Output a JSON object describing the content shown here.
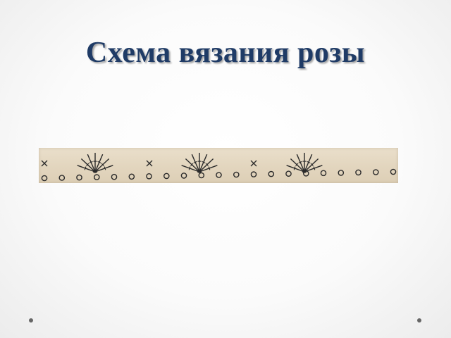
{
  "slide": {
    "title": "Схема вязания розы"
  },
  "diagram": {
    "description_symbols": {
      "chain": "circle",
      "single_crochet": "cross",
      "fan": "fan-of-treble-stitches"
    },
    "chain_stitch_count": 21,
    "single_crochet_count": 3,
    "fan_count": 3,
    "stitches_per_fan": 7,
    "colors": {
      "background": "#e3d6bf",
      "ink": "#2a2a2a"
    }
  }
}
